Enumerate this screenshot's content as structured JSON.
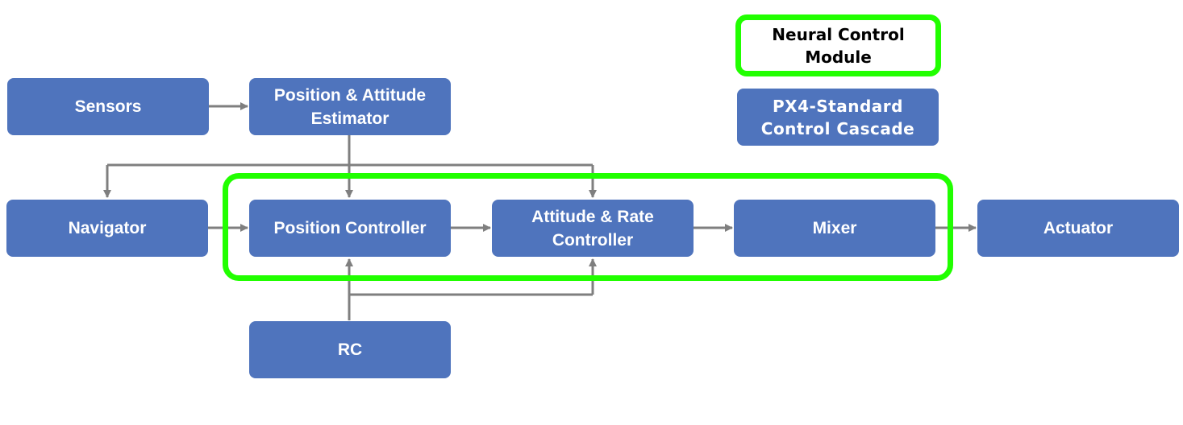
{
  "legend": {
    "neural_label": "Neural Control\nModule",
    "px4_label": "PX4-Standard\nControl Cascade",
    "neural_color": "#21ff00",
    "px4_color": "#4f74bd"
  },
  "nodes": {
    "sensors": "Sensors",
    "estimator": "Position & Attitude\nEstimator",
    "navigator": "Navigator",
    "position_controller": "Position Controller",
    "attitude_rate_controller": "Attitude & Rate\nController",
    "mixer": "Mixer",
    "actuator": "Actuator",
    "rc": "RC"
  },
  "colors": {
    "node_fill": "#4f74bd",
    "node_text": "#ffffff",
    "edge": "#7f7f7f",
    "highlight": "#21ff00"
  }
}
